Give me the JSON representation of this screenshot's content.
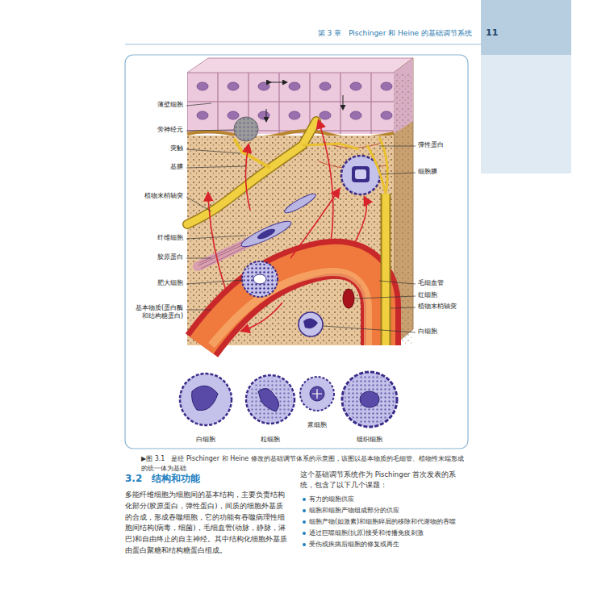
{
  "diagram": {
    "title": "第 3 章　Pischinger 和 Heine 的基础调节系统",
    "caption": "▶图 3.1　是经 Pischinger 和 Heine 修改的基础调节体系的示意图，该图以基本物质的毛细管、植物性末端形成的统一体为基础",
    "nodes": [
      {
        "text": [
          "11"
        ]
      }
    ],
    "labels": [
      "薄壁细胞",
      "旁神经元",
      "突触",
      "基膜",
      "植物末梢轴突",
      "纤维细胞",
      "胶原蛋白",
      "肥大细胞",
      "基本物质(蛋白酶和结构糖蛋白)",
      "弹性蛋白",
      "细胞膜",
      "毛细血管",
      "红细胞",
      "植物末梢轴突",
      "白细胞",
      "白细胞",
      "粒细胞",
      "浆细胞",
      "组织细胞",
      "3.2　结构和功能",
      "多能纤维细胞为细胞间的基本结构，主要负责结构化部分(胶原蛋白，弹性蛋白)，间质的细胞外基质的合成，形成吞噬细胞，它的功能有吞噬病理性细胞间结构(病毒，细菌)，毛细血管(动脉，静脉，淋巴)和自由终止的自主神经。其中结构化细胞外基质由蛋白聚糖和结构糖蛋白组成。",
      "这个基础调节系统作为 Pischinger 首次发表的系统，包含了以下几个课题：",
      "有力的细胞供应",
      "细胞和细胞产物组成部分的供应",
      "细胞产物(如激素)和细胞碎屑的移除和代谢物的吞噬",
      "通过巨噬细胞(抗原)接受和传播免疫刺激",
      "受伤或疾病后细胞的修复或再生"
    ]
  }
}
